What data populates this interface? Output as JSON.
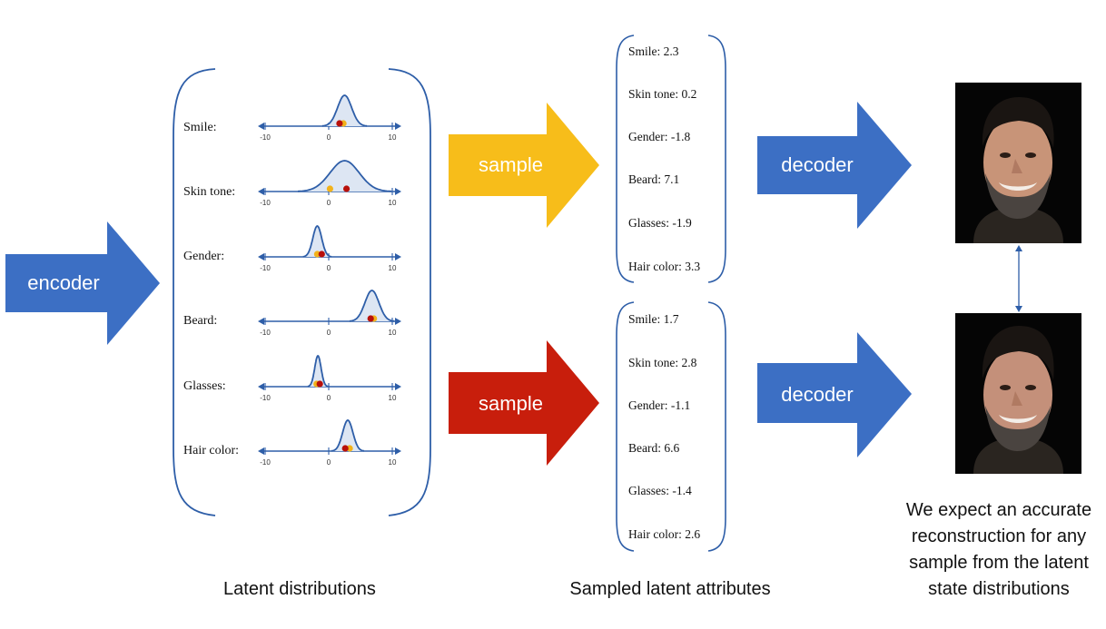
{
  "arrows": {
    "encoder_label": "encoder",
    "sample_top_label": "sample",
    "sample_bottom_label": "sample",
    "decoder_top_label": "decoder",
    "decoder_bottom_label": "decoder"
  },
  "colors": {
    "blue": "#3c6fc4",
    "yellow": "#f7bd1a",
    "red": "#c81e0c",
    "axis": "#2e5ea8",
    "curve": "#2e5ea8",
    "fill": "#dde6f3",
    "dot_red": "#b8100a",
    "dot_yellow": "#f2b21a"
  },
  "latent": {
    "caption": "Latent distributions",
    "tick_labels": [
      "-10",
      "0",
      "10"
    ],
    "attributes": [
      {
        "label": "Smile:",
        "mean": 2.5,
        "sigma": 1.1,
        "peak": 34,
        "red": 1.7,
        "yellow": 2.3
      },
      {
        "label": "Skin tone:",
        "mean": 2.5,
        "sigma": 2.3,
        "peak": 34,
        "red": 2.8,
        "yellow": 0.2
      },
      {
        "label": "Gender:",
        "mean": -1.8,
        "sigma": 0.7,
        "peak": 34,
        "red": -1.1,
        "yellow": -1.8
      },
      {
        "label": "Beard:",
        "mean": 6.8,
        "sigma": 1.1,
        "peak": 34,
        "red": 6.6,
        "yellow": 7.1
      },
      {
        "label": "Glasses:",
        "mean": -1.7,
        "sigma": 0.5,
        "peak": 34,
        "red": -1.4,
        "yellow": -1.9
      },
      {
        "label": "Hair color:",
        "mean": 3.0,
        "sigma": 0.8,
        "peak": 34,
        "red": 2.6,
        "yellow": 3.3
      }
    ]
  },
  "sampled": {
    "caption": "Sampled latent attributes",
    "top": [
      "Smile:  2.3",
      "Skin tone: 0.2",
      "Gender: -1.8",
      "Beard: 7.1",
      "Glasses: -1.9",
      "Hair color: 3.3"
    ],
    "bottom": [
      "Smile:  1.7",
      "Skin tone: 2.8",
      "Gender: -1.1",
      "Beard: 6.6",
      "Glasses: -1.4",
      "Hair color: 2.6"
    ]
  },
  "output": {
    "caption": "We expect an accurate reconstruction for any sample from the latent state distributions"
  }
}
